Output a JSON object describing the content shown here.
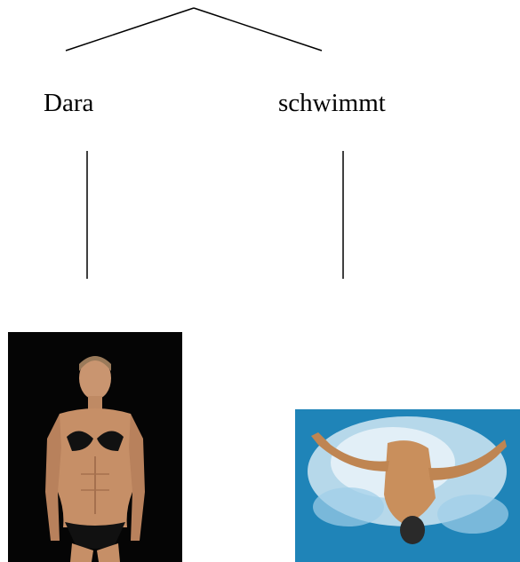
{
  "tree": {
    "words": {
      "left": "Dara",
      "right": "schwimmt"
    }
  },
  "images": {
    "left": {
      "icon": "swimmer-portrait-photo"
    },
    "right": {
      "icon": "butterfly-swimmer-photo"
    }
  },
  "colors": {
    "line": "#000000",
    "portrait_bg": "#000000",
    "water": "#1f84b8",
    "skin": "#c98f5c"
  }
}
